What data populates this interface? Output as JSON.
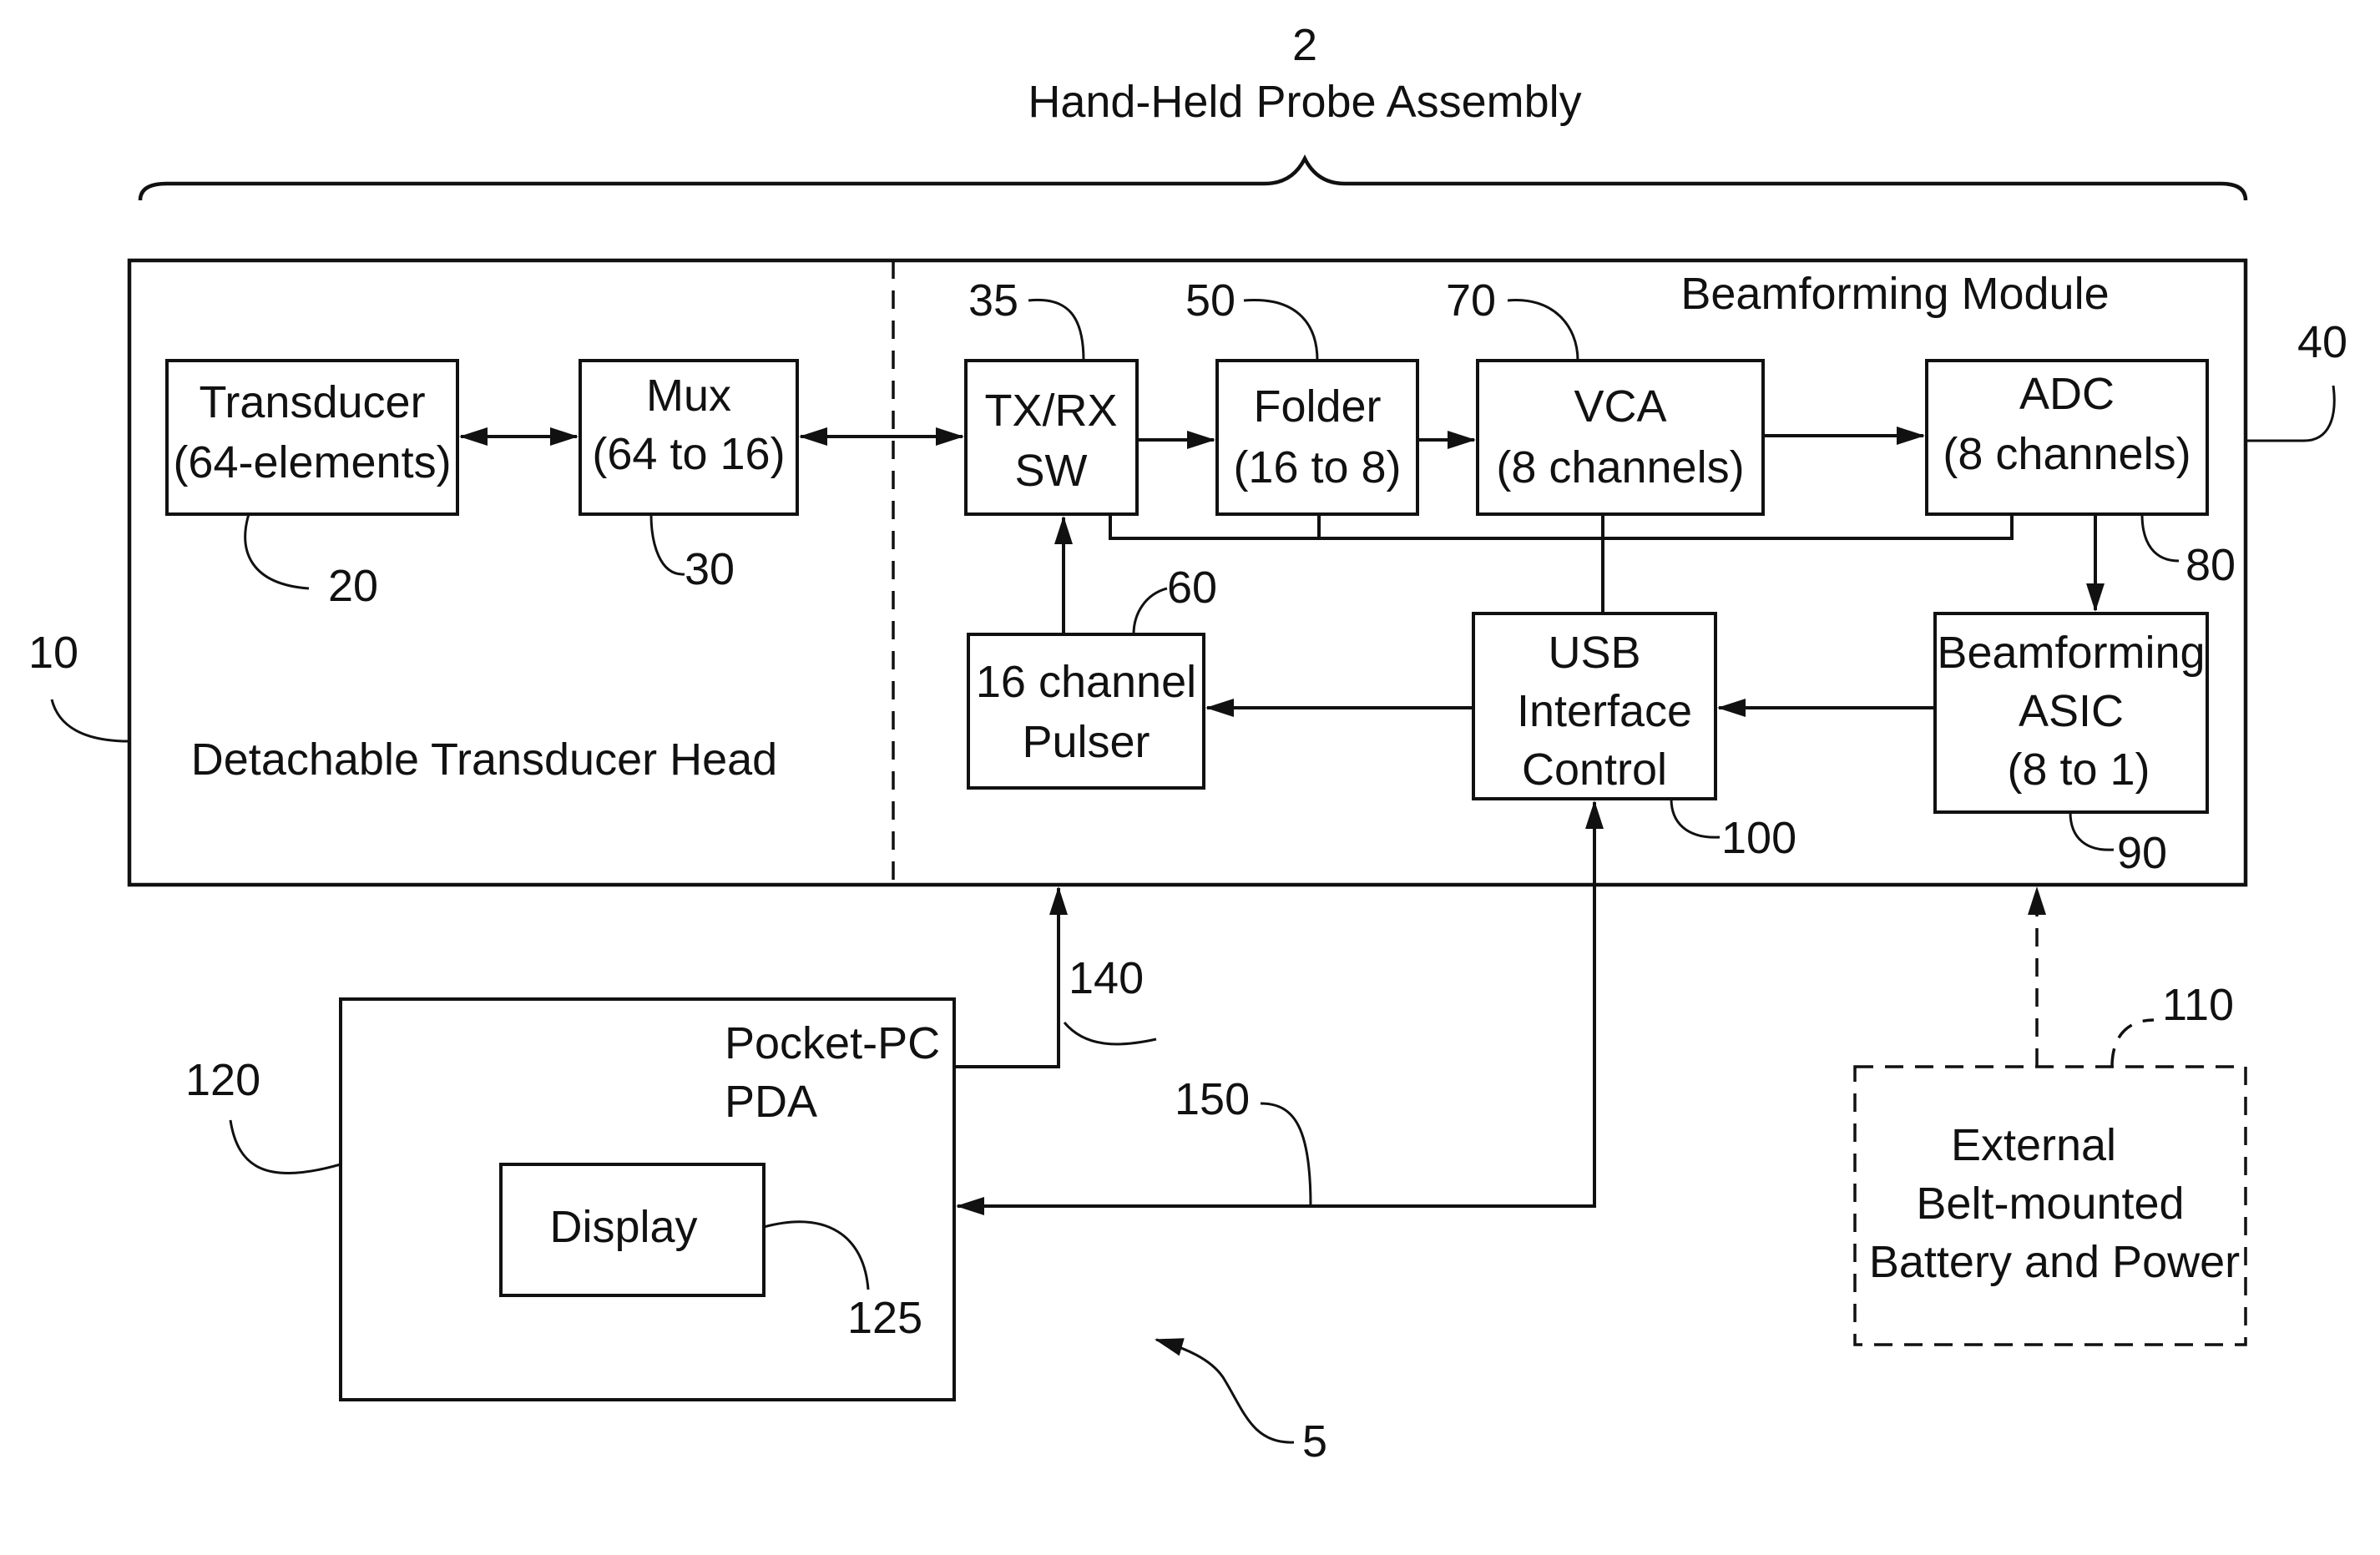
{
  "assembly": {
    "number": "2",
    "title": "Hand-Held Probe Assembly"
  },
  "head": {
    "label": "Detachable Transducer Head",
    "ref": "10"
  },
  "module": {
    "label": "Beamforming Module",
    "ref": "40"
  },
  "blocks": {
    "transducer": {
      "line1": "Transducer",
      "line2": "(64-elements)",
      "ref": "20"
    },
    "mux": {
      "line1": "Mux",
      "line2": "(64 to 16)",
      "ref": "30"
    },
    "txrx": {
      "line1": "TX/RX",
      "line2": "SW",
      "ref": "35"
    },
    "folder": {
      "line1": "Folder",
      "line2": "(16 to 8)",
      "ref": "50"
    },
    "vca": {
      "line1": "VCA",
      "line2": "(8 channels)",
      "ref": "70"
    },
    "adc": {
      "line1": "ADC",
      "line2": "(8 channels)",
      "ref": "80"
    },
    "pulser": {
      "line1": "16 channel",
      "line2": "Pulser",
      "ref": "60"
    },
    "usb": {
      "line1": "USB",
      "line2": "Interface",
      "line3": "Control",
      "ref": "100"
    },
    "asic": {
      "line1": "Beamforming",
      "line2": "ASIC",
      "line3": "(8 to 1)",
      "ref": "90"
    },
    "pda": {
      "line1": "Pocket-PC",
      "line2": "PDA",
      "ref": "120"
    },
    "display": {
      "line1": "Display",
      "ref": "125"
    },
    "battery": {
      "line1": "External",
      "line2": "Belt-mounted",
      "line3": "Battery and Power",
      "ref": "110"
    }
  },
  "links": {
    "control_ref": "140",
    "usb_ref": "150"
  },
  "system_ref": "5"
}
